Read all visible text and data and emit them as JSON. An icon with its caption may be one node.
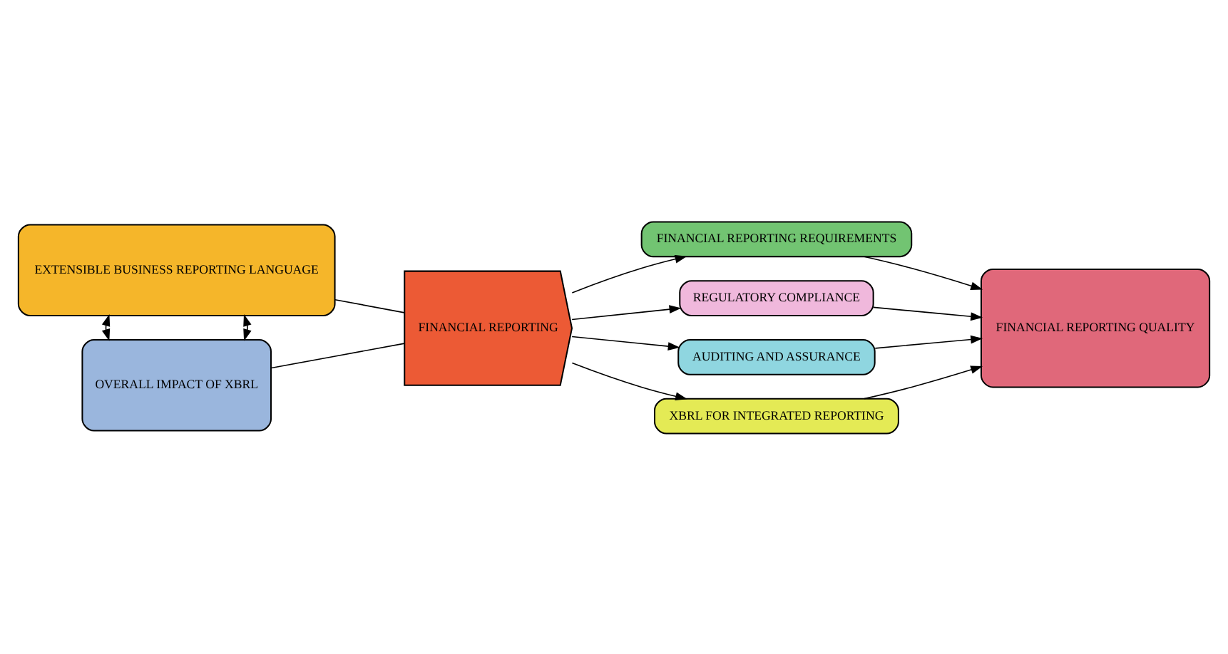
{
  "diagram": {
    "nodes": [
      {
        "text": [
          "EXTENSIBLE BUSINESS REPORTING LANGUAGE"
        ]
      },
      {
        "text": [
          "OVERALL IMPACT OF XBRL"
        ]
      },
      {
        "text": [
          "FINANCIAL REPORTING"
        ]
      },
      {
        "text": [
          "FINANCIAL REPORTING REQUIREMENTS"
        ]
      },
      {
        "text": [
          "REGULATORY COMPLIANCE"
        ]
      },
      {
        "text": [
          "AUDITING AND ASSURANCE"
        ]
      },
      {
        "text": [
          "XBRL FOR INTEGRATED REPORTING"
        ]
      },
      {
        "text": [
          "FINANCIAL REPORTING QUALITY"
        ]
      }
    ],
    "edges": [
      {
        "from": 0,
        "to": 1,
        "arrow": "both"
      },
      {
        "from": 0,
        "to": 1,
        "arrow": "both"
      },
      {
        "from": 0,
        "to": 2,
        "arrow": "none"
      },
      {
        "from": 1,
        "to": 2,
        "arrow": "none"
      },
      {
        "from": 2,
        "to": 3,
        "arrow": "to"
      },
      {
        "from": 2,
        "to": 4,
        "arrow": "to"
      },
      {
        "from": 2,
        "to": 5,
        "arrow": "to"
      },
      {
        "from": 2,
        "to": 6,
        "arrow": "to"
      },
      {
        "from": 3,
        "to": 7,
        "arrow": "to"
      },
      {
        "from": 4,
        "to": 7,
        "arrow": "to"
      },
      {
        "from": 5,
        "to": 7,
        "arrow": "to"
      },
      {
        "from": 6,
        "to": 7,
        "arrow": "to"
      }
    ]
  }
}
